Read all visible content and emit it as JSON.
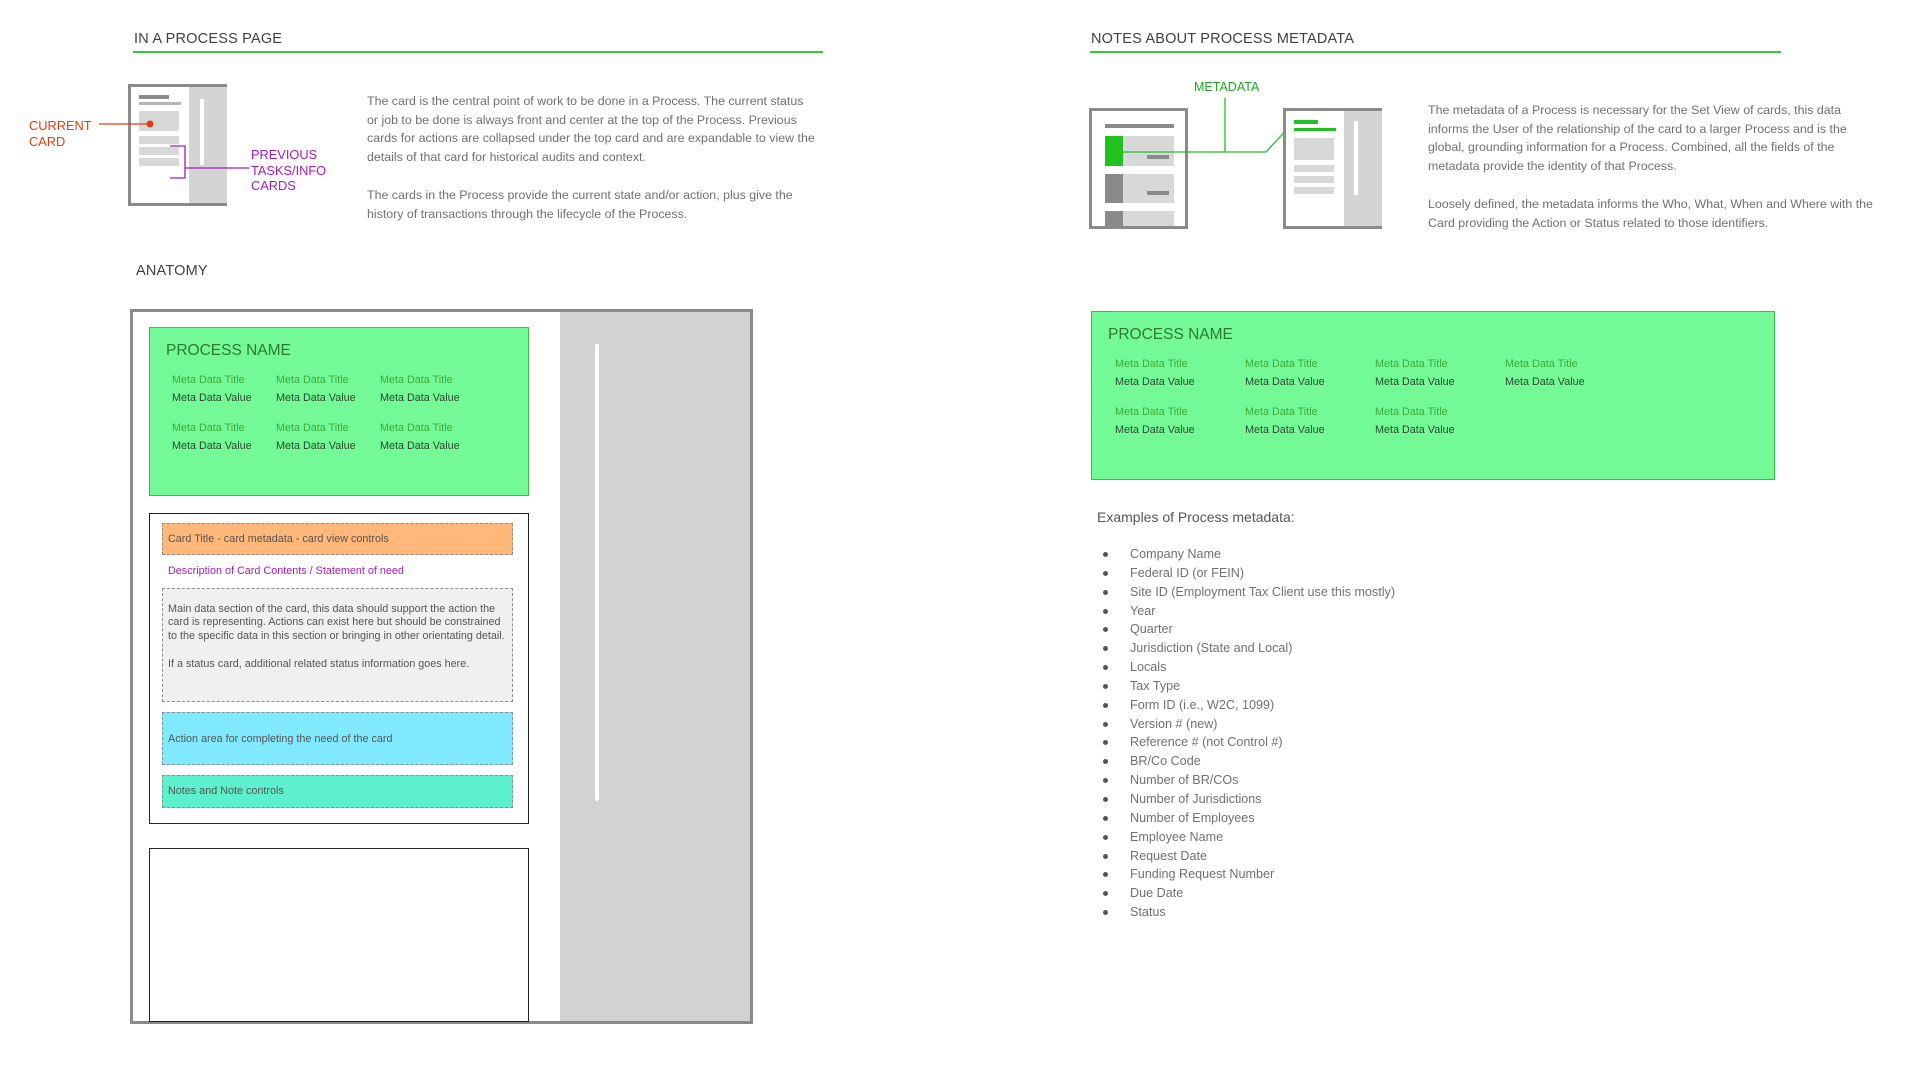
{
  "left": {
    "section1_title": "IN A PROCESS PAGE",
    "callout_current": [
      "CURRENT",
      "CARD"
    ],
    "callout_previous": [
      "PREVIOUS",
      "TASKS/INFO",
      "CARDS"
    ],
    "para1": "The card is the central point of work to be done in a Process. The current status or job to be done is always front and center at the top of the Process. Previous cards for actions are collapsed under the top card and are expandable to view the details of that card for historical audits and context.",
    "para2": "The cards in the Process provide the current state and/or action, plus give the history of transactions through the lifecycle of the Process.",
    "anatomy_title": "ANATOMY",
    "process_name": "PROCESS NAME",
    "meta_rows": [
      [
        {
          "title": "Meta Data Title",
          "value": "Meta Data Value"
        },
        {
          "title": "Meta Data Title",
          "value": "Meta Data Value"
        },
        {
          "title": "Meta Data Title",
          "value": "Meta Data Value"
        }
      ],
      [
        {
          "title": "Meta Data Title",
          "value": "Meta Data Value"
        },
        {
          "title": "Meta Data Title",
          "value": "Meta Data Value"
        },
        {
          "title": "Meta Data Title",
          "value": "Meta Data Value"
        }
      ]
    ],
    "card_title_bar": "Card Title - card metadata - card view controls",
    "card_description": "Description of Card Contents / Statement of need",
    "card_main_1": "Main data section of the card, this data should support the action the card is representing. Actions can exist here but should be constrained to the specific data in this section or bringing in other orientating detail.",
    "card_main_2": "If a status card, additional related status information goes here.",
    "card_action": "Action area for completing the need of the card",
    "card_notes": "Notes and Note controls"
  },
  "right": {
    "section2_title": "NOTES ABOUT PROCESS METADATA",
    "metadata_label": "METADATA",
    "para1": "The metadata of a Process is necessary for the Set View of cards, this data informs the User of the relationship of the card to a larger Process and is the global, grounding information for a Process. Combined, all the fields of the metadata provide the identity of that Process.",
    "para2": "Loosely defined, the metadata informs the Who, What, When and Where with the Card providing the Action or Status related to those identifiers.",
    "process_name": "PROCESS NAME",
    "meta_rows": [
      [
        {
          "title": "Meta Data Title",
          "value": "Meta Data Value"
        },
        {
          "title": "Meta Data Title",
          "value": "Meta Data Value"
        },
        {
          "title": "Meta Data Title",
          "value": "Meta Data Value"
        },
        {
          "title": "Meta Data Title",
          "value": "Meta Data Value"
        }
      ],
      [
        {
          "title": "Meta Data Title",
          "value": "Meta Data Value"
        },
        {
          "title": "Meta Data Title",
          "value": "Meta Data Value"
        },
        {
          "title": "Meta Data Title",
          "value": "Meta Data Value"
        }
      ]
    ],
    "examples_title": "Examples of Process metadata:",
    "examples": [
      "Company Name",
      "Federal ID (or FEIN)",
      "Site ID (Employment Tax Client use this mostly)",
      "Year",
      "Quarter",
      "Jurisdiction (State and Local)",
      "Locals",
      "Tax Type",
      "Form ID (i.e., W2C, 1099)",
      "Version # (new)",
      "Reference # (not Control #)",
      "BR/Co Code",
      "Number of BR/COs",
      "Number of Jurisdictions",
      "Number of Employees",
      "Employee Name",
      "Request Date",
      "Funding Request Number",
      "Due Date",
      "Status"
    ]
  },
  "colors": {
    "accent_green": "#39c839",
    "process_card": "#73fa97",
    "current_card": "#e23d12",
    "previous_cards": "#a21bbf",
    "title_bar": "#ffb87a",
    "action_area": "#80e9fc",
    "notes_area": "#5cf1cc"
  }
}
